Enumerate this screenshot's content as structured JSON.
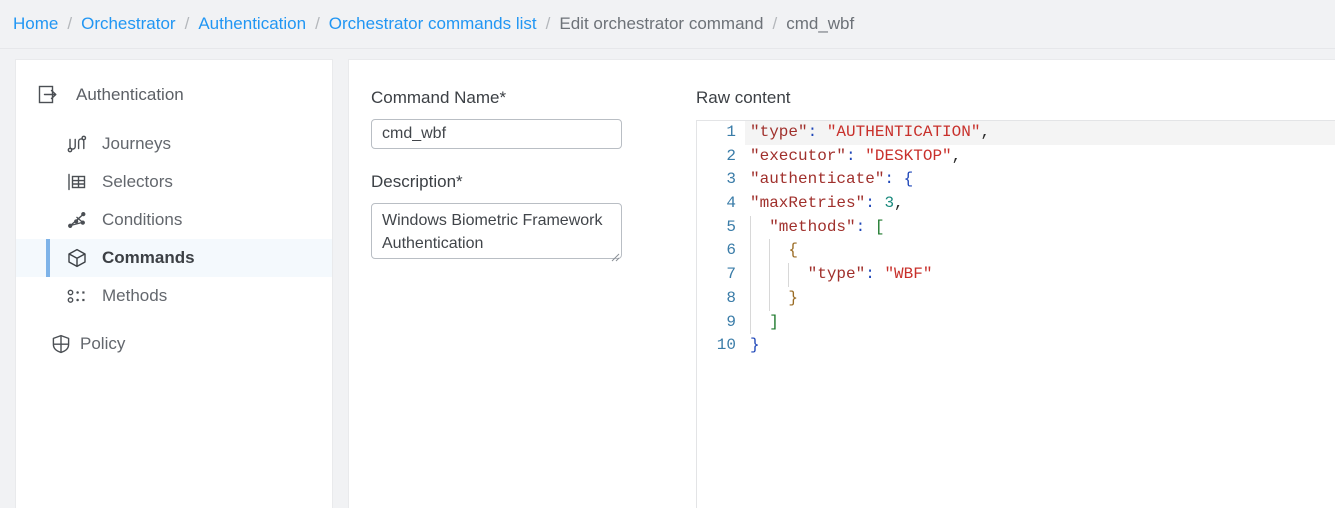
{
  "breadcrumb": {
    "separator": "/",
    "items": [
      {
        "label": "Home",
        "type": "link"
      },
      {
        "label": "Orchestrator",
        "type": "link"
      },
      {
        "label": "Authentication",
        "type": "link"
      },
      {
        "label": "Orchestrator commands list",
        "type": "link"
      },
      {
        "label": "Edit orchestrator command",
        "type": "static"
      },
      {
        "label": "cmd_wbf",
        "type": "static"
      }
    ]
  },
  "sidebar": {
    "header": {
      "label": "Authentication",
      "icon": "login-arrow-icon"
    },
    "items": [
      {
        "label": "Journeys",
        "icon": "journeys-icon",
        "active": false
      },
      {
        "label": "Selectors",
        "icon": "selectors-icon",
        "active": false
      },
      {
        "label": "Conditions",
        "icon": "conditions-icon",
        "active": false
      },
      {
        "label": "Commands",
        "icon": "commands-cube-icon",
        "active": true
      },
      {
        "label": "Methods",
        "icon": "methods-dots-icon",
        "active": false
      }
    ],
    "footer_items": [
      {
        "label": "Policy",
        "icon": "shield-icon",
        "active": false
      }
    ]
  },
  "form": {
    "command_name": {
      "label": "Command Name*",
      "value": "cmd_wbf",
      "placeholder": ""
    },
    "description": {
      "label": "Description*",
      "value": "Windows Biometric Framework Authentication",
      "placeholder": ""
    }
  },
  "editor": {
    "title": "Raw content",
    "active_line": 1,
    "lines": [
      {
        "n": "1",
        "indent": 0,
        "tokens": [
          {
            "t": "\"type\"",
            "c": "key"
          },
          {
            "t": ":",
            "c": "punct"
          },
          {
            "t": " ",
            "c": "plain"
          },
          {
            "t": "\"AUTHENTICATION\"",
            "c": "str"
          },
          {
            "t": ",",
            "c": "comma"
          }
        ]
      },
      {
        "n": "2",
        "indent": 0,
        "tokens": [
          {
            "t": "\"executor\"",
            "c": "key"
          },
          {
            "t": ":",
            "c": "punct"
          },
          {
            "t": " ",
            "c": "plain"
          },
          {
            "t": "\"DESKTOP\"",
            "c": "str"
          },
          {
            "t": ",",
            "c": "comma"
          }
        ]
      },
      {
        "n": "3",
        "indent": 0,
        "tokens": [
          {
            "t": "\"authenticate\"",
            "c": "key"
          },
          {
            "t": ":",
            "c": "punct"
          },
          {
            "t": " ",
            "c": "plain"
          },
          {
            "t": "{",
            "c": "brace1"
          }
        ]
      },
      {
        "n": "4",
        "indent": 0,
        "tokens": [
          {
            "t": "\"maxRetries\"",
            "c": "key"
          },
          {
            "t": ":",
            "c": "punct"
          },
          {
            "t": " ",
            "c": "plain"
          },
          {
            "t": "3",
            "c": "num"
          },
          {
            "t": ",",
            "c": "comma"
          }
        ]
      },
      {
        "n": "5",
        "indent": 1,
        "tokens": [
          {
            "t": "  \"methods\"",
            "c": "key"
          },
          {
            "t": ":",
            "c": "punct"
          },
          {
            "t": " ",
            "c": "plain"
          },
          {
            "t": "[",
            "c": "brack"
          }
        ]
      },
      {
        "n": "6",
        "indent": 2,
        "tokens": [
          {
            "t": "    {",
            "c": "brace2"
          }
        ]
      },
      {
        "n": "7",
        "indent": 3,
        "tokens": [
          {
            "t": "      \"type\"",
            "c": "key"
          },
          {
            "t": ":",
            "c": "punct"
          },
          {
            "t": " ",
            "c": "plain"
          },
          {
            "t": "\"WBF\"",
            "c": "str"
          }
        ]
      },
      {
        "n": "8",
        "indent": 2,
        "tokens": [
          {
            "t": "    }",
            "c": "brace2"
          }
        ]
      },
      {
        "n": "9",
        "indent": 1,
        "tokens": [
          {
            "t": "  ]",
            "c": "brack"
          }
        ]
      },
      {
        "n": "10",
        "indent": 0,
        "tokens": [
          {
            "t": "}",
            "c": "brace1"
          }
        ]
      }
    ]
  }
}
